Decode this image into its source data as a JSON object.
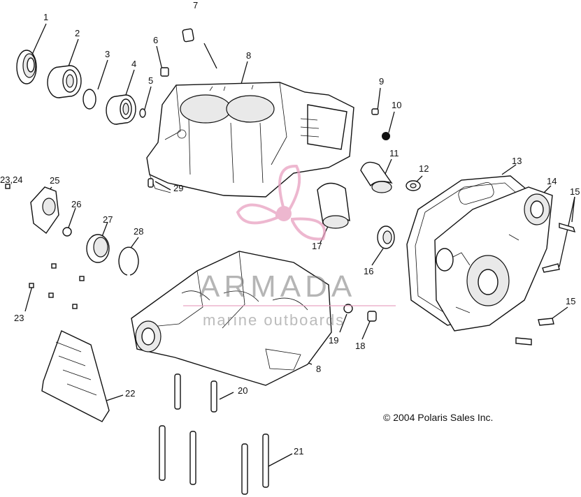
{
  "callouts": [
    {
      "id": "c1",
      "label": "1"
    },
    {
      "id": "c2",
      "label": "2"
    },
    {
      "id": "c3",
      "label": "3"
    },
    {
      "id": "c4",
      "label": "4"
    },
    {
      "id": "c5",
      "label": "5"
    },
    {
      "id": "c6",
      "label": "6"
    },
    {
      "id": "c7",
      "label": "7"
    },
    {
      "id": "c8a",
      "label": "8"
    },
    {
      "id": "c8b",
      "label": "8"
    },
    {
      "id": "c9",
      "label": "9"
    },
    {
      "id": "c10",
      "label": "10"
    },
    {
      "id": "c11",
      "label": "11"
    },
    {
      "id": "c12",
      "label": "12"
    },
    {
      "id": "c13",
      "label": "13"
    },
    {
      "id": "c14",
      "label": "14"
    },
    {
      "id": "c15a",
      "label": "15"
    },
    {
      "id": "c15b",
      "label": "15"
    },
    {
      "id": "c16",
      "label": "16"
    },
    {
      "id": "c17",
      "label": "17"
    },
    {
      "id": "c18",
      "label": "18"
    },
    {
      "id": "c19",
      "label": "19"
    },
    {
      "id": "c20",
      "label": "20"
    },
    {
      "id": "c21",
      "label": "21"
    },
    {
      "id": "c22",
      "label": "22"
    },
    {
      "id": "c23a",
      "label": "23"
    },
    {
      "id": "c2324",
      "label": "23,24"
    },
    {
      "id": "c25",
      "label": "25"
    },
    {
      "id": "c26",
      "label": "26"
    },
    {
      "id": "c27",
      "label": "27"
    },
    {
      "id": "c28",
      "label": "28"
    },
    {
      "id": "c29",
      "label": "29"
    }
  ],
  "copyright": "© 2004 Polaris Sales Inc.",
  "watermark": {
    "name": "ARMADA",
    "tagline": "marine outboards",
    "color": "#e8a0c0"
  }
}
